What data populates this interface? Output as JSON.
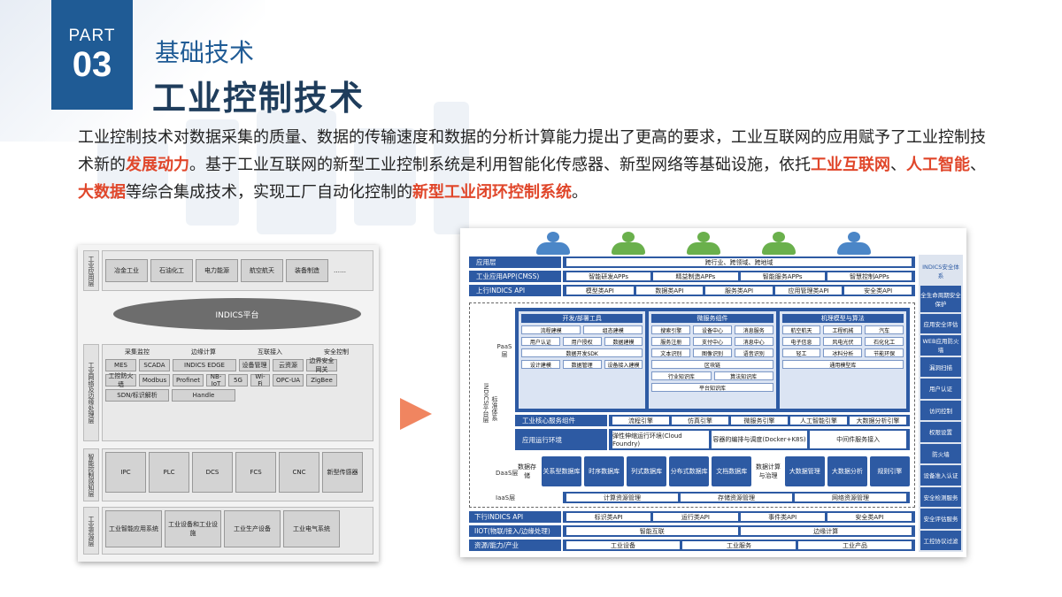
{
  "header": {
    "part_label": "PART",
    "part_number": "03",
    "subtitle": "基础技术",
    "title": "工业控制技术"
  },
  "paragraph": {
    "s1": "工业控制技术对数据采集的质量、数据的传输速度和数据的分析计算能力提出了更高的要求，工业互联网的应用赋予了工业控制技术新的",
    "h1": "发展动力",
    "s2": "。基于工业互联网的新型工业控制系统是利用智能化传感器、新型网络等基础设施，依托",
    "h2": "工业互联网",
    "s3": "、",
    "h3": "人工智能",
    "s4": "、",
    "h4": "大数据",
    "s5": "等综合集成技术，实现工厂自动化控制的",
    "h5": "新型工业闭环控制系统",
    "s6": "。"
  },
  "left_diagram": {
    "app_layer": {
      "side": "工业应用层",
      "items": [
        "冶金工业",
        "石油化工",
        "电力能源",
        "航空航天",
        "装备制造",
        "……"
      ]
    },
    "cloud": "INDICS平台",
    "net_layer": {
      "side": "工业网络及边缘处理层",
      "groups": [
        "采集监控",
        "边缘计算",
        "互联接入",
        "安全控制"
      ],
      "items": [
        "MES",
        "SCADA",
        "INDICS EDGE",
        "设备管理",
        "云资源",
        "边界安全网关",
        "工控防火墙",
        "Modbus",
        "Profinet",
        "NB-IoT",
        "5G",
        "Wi-Fi",
        "OPC-UA",
        "ZigBee",
        "SDN/标识解析",
        "Handle"
      ]
    },
    "ctrl_layer": {
      "side": "智能控制感知层",
      "items": [
        "IPC",
        "PLC",
        "DCS",
        "FCS",
        "CNC",
        "新型传感器"
      ]
    },
    "res_layer": {
      "side": "工业资源层",
      "items": [
        "工业智能应用系统",
        "工业设备和工业设施",
        "工业生产设备",
        "工业电气系统"
      ]
    }
  },
  "right_diagram": {
    "app_layer": {
      "label": "应用层",
      "items": [
        "跨行业、跨领域、跨地域"
      ]
    },
    "cmss": {
      "label": "工业应用APP(CMSS)",
      "items": [
        "智能研发APPs",
        "精益制造APPs",
        "智能服务APPs",
        "智慧控制APPs"
      ]
    },
    "up_api": {
      "label": "上行INDICS API",
      "items": [
        "模型类API",
        "数据类API",
        "服务类API",
        "应用管理类API",
        "安全类API"
      ]
    },
    "paas": {
      "side": "INDICS平台层",
      "layer": "PaaS层",
      "standard": "标准体系",
      "columns": [
        {
          "head": "开发/部署工具",
          "cells": [
            "流程建模",
            "组态建模",
            "用户认证",
            "用户授权",
            "数据建模",
            "数据开发SDK",
            "设计建模",
            "数据管理",
            "设备接入建模"
          ]
        },
        {
          "head": "微服务组件",
          "cells": [
            "搜索引擎",
            "设备中心",
            "消息服务",
            "服务注册",
            "支付中心",
            "消息中心",
            "文本识别",
            "图像识别",
            "语音识别",
            "区块链",
            "行业知识库",
            "算法知识库",
            "平台知识库"
          ]
        },
        {
          "head": "机理模型与算法",
          "cells": [
            "航空航天",
            "工程机械",
            "汽车",
            "电子信息",
            "风电光伏",
            "石化化工",
            "轻工",
            "冰料分析",
            "节能环保",
            "通用模型库"
          ]
        }
      ]
    },
    "core": {
      "label": "工业核心服务组件",
      "items": [
        "流程引擎",
        "仿真引擎",
        "微服务引擎",
        "人工智能引擎",
        "大数据分析引擎"
      ]
    },
    "runtime": {
      "label": "应用运行环境",
      "items": [
        "弹性伸缩运行环境(Cloud Foundry)",
        "容器的编排与调度(Docker+K8S)",
        "中间件服务接入"
      ]
    },
    "daas": {
      "layer": "DaaS层",
      "label": "数据存储",
      "items": [
        "关系型数据库",
        "时序数据库",
        "列式数据库",
        "分布式数据库",
        "文档数据库"
      ],
      "compute": "数据计算与治理",
      "extra": [
        "大数据管理",
        "大数据分析",
        "规则引擎"
      ]
    },
    "iaas": {
      "layer": "IaaS层",
      "items": [
        "计算资源管理",
        "存储资源管理",
        "网络资源管理"
      ]
    },
    "down_api": {
      "label": "下行INDICS API",
      "items": [
        "标识类API",
        "运行类API",
        "事件类API",
        "安全类API"
      ]
    },
    "iiot": {
      "label": "IIOT(物联/接入/边缘处理)",
      "items": [
        "智能互联",
        "边缘计算"
      ]
    },
    "res": {
      "label": "资源/能力/产业",
      "items": [
        "工业设备",
        "工业服务",
        "工业产品"
      ]
    },
    "security": [
      "INDICS安全体系",
      "全生命周期安全保护",
      "应用安全评估",
      "WEB应用防火墙",
      "漏洞扫描",
      "用户认证",
      "访问控制",
      "权限设置",
      "防火墙",
      "设备准入认证",
      "安全检测服务",
      "安全评估服务",
      "工控协议过滤"
    ]
  },
  "colors": {
    "brand": "#1f5b95",
    "highlight": "#e0462a",
    "diagram_blue": "#2d5aa3",
    "arrow": "#f08560"
  }
}
